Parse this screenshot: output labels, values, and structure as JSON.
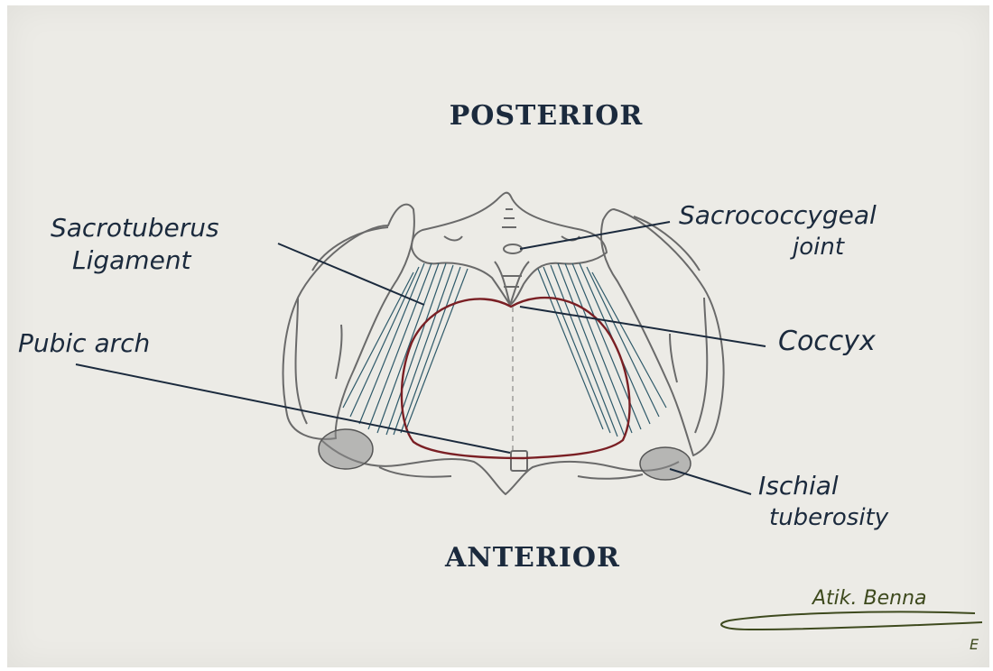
{
  "orientation": {
    "top": "POSTERIOR",
    "bottom": "ANTERIOR"
  },
  "labels": {
    "sacrotuberous_line1": "Sacrotuberus",
    "sacrotuberous_line2": "Ligament",
    "pubic_arch": "Pubic arch",
    "sacrococcygeal_line1": "Sacrococcygeal",
    "sacrococcygeal_line2": "joint",
    "coccyx": "Coccyx",
    "ischial_line1": "Ischial",
    "ischial_line2": "tuberosity"
  },
  "signature": {
    "text": "Atik. Benna",
    "mark": "E"
  },
  "colors": {
    "paper": "#ecebe6",
    "ink": "#1b2a3d",
    "pencil": "#6a6a6a",
    "ligament": "#2f5a6a",
    "pelvic_outlet": "#7a1f24",
    "tuberosity": "#8a8a8a",
    "signature_ink": "#3e4a1e"
  }
}
